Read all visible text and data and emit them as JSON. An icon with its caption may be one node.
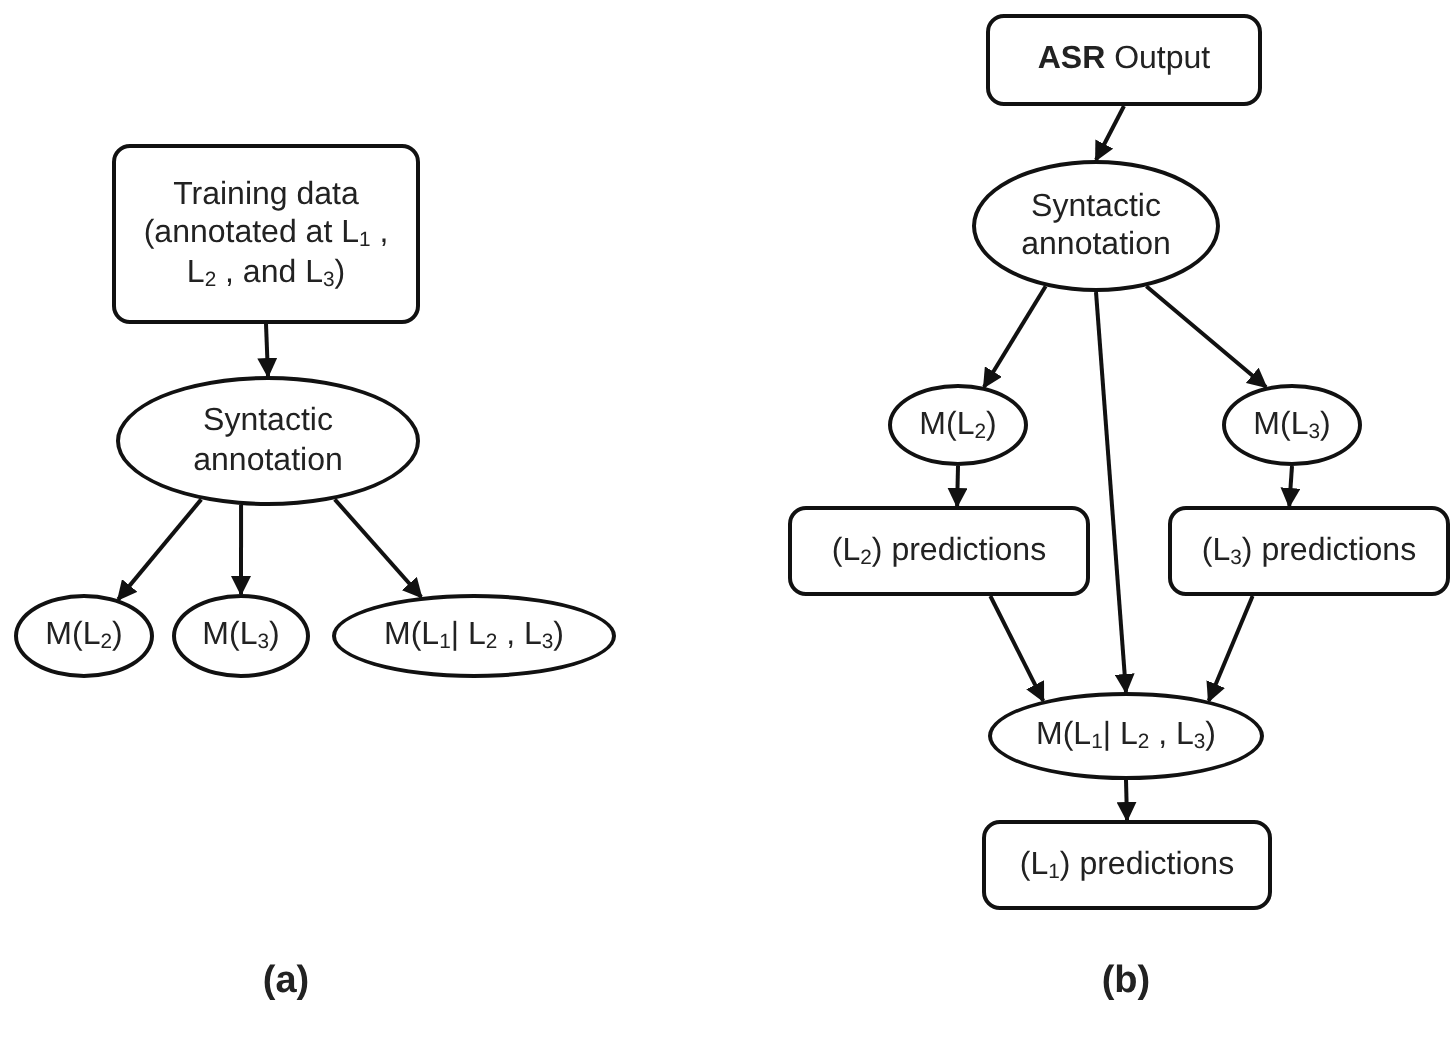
{
  "diagram": {
    "nodes": [
      {
        "text": [
          "Training data (annotated at L$_{1}$ , L$_{2}$ , and L$_{3}$)"
        ]
      },
      {
        "text": [
          "Syntactic annotation"
        ]
      },
      {
        "text": [
          "M(L$_{2}$)"
        ]
      },
      {
        "text": [
          "M(L$_{3}$)"
        ]
      },
      {
        "text": [
          "M(L$_{1}$| L$_{2}$ , L$_{3}$)"
        ]
      },
      {
        "text": [
          "**ASR** Output"
        ]
      },
      {
        "text": [
          "Syntactic annotation"
        ]
      },
      {
        "text": [
          "M(L$_{2}$)"
        ]
      },
      {
        "text": [
          "M(L$_{3}$)"
        ]
      },
      {
        "text": [
          "(L$_{2}$) predictions"
        ]
      },
      {
        "text": [
          "(L$_{3}$) predictions"
        ]
      },
      {
        "text": [
          "M(L$_{1}$| L$_{2}$ , L$_{3}$)"
        ]
      },
      {
        "text": [
          "(L$_{1}$) predictions"
        ]
      }
    ],
    "edges": [
      {
        "from": 0,
        "to": 1,
        "arrow": "to"
      },
      {
        "from": 1,
        "to": 2,
        "arrow": "to"
      },
      {
        "from": 1,
        "to": 3,
        "arrow": "to"
      },
      {
        "from": 1,
        "to": 4,
        "arrow": "to"
      },
      {
        "from": 5,
        "to": 6,
        "arrow": "to"
      },
      {
        "from": 6,
        "to": 7,
        "arrow": "to"
      },
      {
        "from": 6,
        "to": 8,
        "arrow": "to"
      },
      {
        "from": 6,
        "to": 11,
        "arrow": "to"
      },
      {
        "from": 7,
        "to": 9,
        "arrow": "to"
      },
      {
        "from": 8,
        "to": 10,
        "arrow": "to"
      },
      {
        "from": 9,
        "to": 11,
        "arrow": "to"
      },
      {
        "from": 10,
        "to": 11,
        "arrow": "to"
      },
      {
        "from": 11,
        "to": 12,
        "arrow": "to"
      }
    ],
    "labels": [
      "(a)",
      "(b)"
    ]
  }
}
